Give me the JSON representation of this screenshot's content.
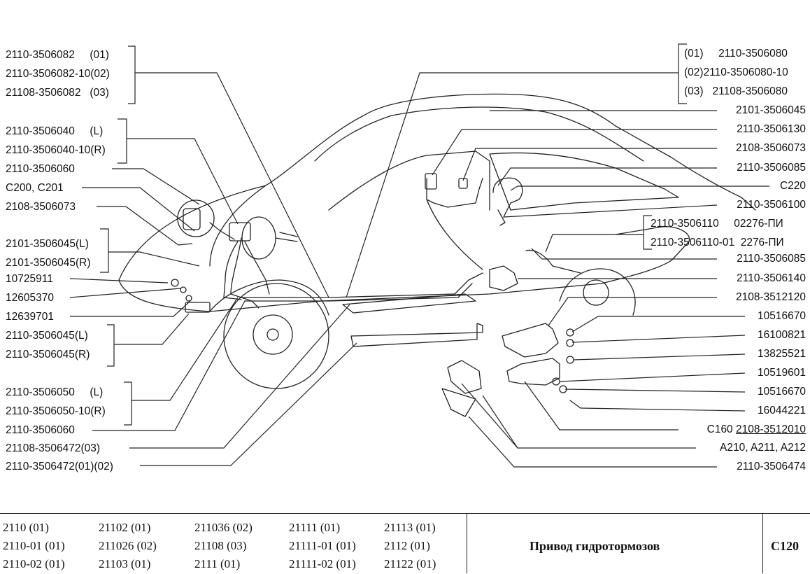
{
  "left_labels": [
    {
      "id": "l1",
      "text": "2110-3506082     (01)"
    },
    {
      "id": "l2",
      "text": "2110-3506082-10(02)"
    },
    {
      "id": "l3",
      "text": "21108-3506082   (03)"
    },
    {
      "id": "l4",
      "text": "2110-3506040     (L)"
    },
    {
      "id": "l5",
      "text": "2110-3506040-10(R)"
    },
    {
      "id": "l6",
      "text": "2110-3506060"
    },
    {
      "id": "l7",
      "text": "C200, C201"
    },
    {
      "id": "l8",
      "text": "2108-3506073"
    },
    {
      "id": "l9",
      "text": "2101-3506045(L)"
    },
    {
      "id": "l10",
      "text": "2101-3506045(R)"
    },
    {
      "id": "l11",
      "text": "10725911"
    },
    {
      "id": "l12",
      "text": "12605370"
    },
    {
      "id": "l13",
      "text": "12639701"
    },
    {
      "id": "l14",
      "text": "2110-3506045(L)"
    },
    {
      "id": "l15",
      "text": "2110-3506045(R)"
    },
    {
      "id": "l16",
      "text": "2110-3506050     (L)"
    },
    {
      "id": "l17",
      "text": "2110-3506050-10(R)"
    },
    {
      "id": "l18",
      "text": "2110-3506060"
    },
    {
      "id": "l19",
      "text": "21108-3506472(03)"
    },
    {
      "id": "l20",
      "text": "2110-3506472(01)(02)"
    }
  ],
  "right_labels": [
    {
      "id": "r1",
      "text": "(01)     2110-3506080"
    },
    {
      "id": "r2",
      "text": "(02)2110-3506080-10"
    },
    {
      "id": "r3",
      "text": "(03)   21108-3506080"
    },
    {
      "id": "r4",
      "text": "2101-3506045"
    },
    {
      "id": "r5",
      "text": "2110-3506130"
    },
    {
      "id": "r6",
      "text": "2108-3506073"
    },
    {
      "id": "r7",
      "text": "2110-3506085"
    },
    {
      "id": "r8",
      "text": "C220"
    },
    {
      "id": "r9",
      "text": "2110-3506100"
    },
    {
      "id": "r10",
      "text": "2110-3506110     02276-ПИ"
    },
    {
      "id": "r11",
      "text": "2110-3506110-01  2276-ПИ"
    },
    {
      "id": "r12",
      "text": "2110-3506085"
    },
    {
      "id": "r13",
      "text": "2110-3506140"
    },
    {
      "id": "r14",
      "text": "2108-3512120"
    },
    {
      "id": "r15",
      "text": "10516670"
    },
    {
      "id": "r16",
      "text": "16100821"
    },
    {
      "id": "r17",
      "text": "13825521"
    },
    {
      "id": "r18",
      "text": "10519601"
    },
    {
      "id": "r19",
      "text": "10516670"
    },
    {
      "id": "r20",
      "text": "16044221"
    },
    {
      "id": "r22",
      "text": "A210, A211, A212"
    },
    {
      "id": "r23",
      "text": "2110-3506474"
    }
  ],
  "c160": {
    "prefix": "C160",
    "code": "2108-3512010"
  },
  "footer": {
    "models": [
      [
        "2110 (01)",
        "21102 (01)",
        "211036 (02)",
        "21111 (01)",
        "21113 (01)"
      ],
      [
        "2110-01 (01)",
        "211026 (02)",
        "21108 (03)",
        "21111-01 (01)",
        "2112 (01)"
      ],
      [
        "2110-02 (01)",
        "21103 (01)",
        "2111 (01)",
        "21111-02 (01)",
        "21122 (01)"
      ]
    ],
    "title": "Привод гидротормозов",
    "code": "C120"
  }
}
